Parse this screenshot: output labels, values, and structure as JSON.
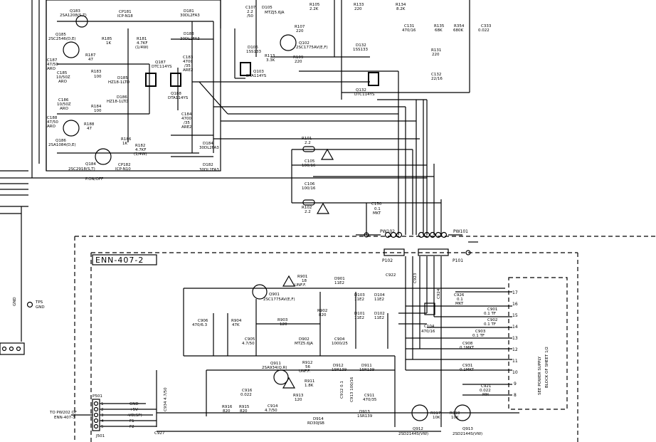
{
  "section_label": "ENN-407-2",
  "signals": {
    "pon_off": "P.ON/OFF",
    "gnd": "GND",
    "tps_gnd": "TPS\nGND"
  },
  "transistors": [
    {
      "ref": "Q183",
      "part": "2SA1208(S,T)"
    },
    {
      "ref": "Q185",
      "part": "2SC2546(D,E)"
    },
    {
      "ref": "Q187",
      "part": "DTC114YS"
    },
    {
      "ref": "Q188",
      "part": "DTA114YS"
    },
    {
      "ref": "Q186",
      "part": "2SA1084(D,E)"
    },
    {
      "ref": "Q184",
      "part": "2SC2918(S,T)"
    },
    {
      "ref": "Q102",
      "part": "2SC1775AV(E,F)"
    },
    {
      "ref": "Q103",
      "part": "DTA114YS"
    },
    {
      "ref": "Q132",
      "part": "DTC114YS"
    },
    {
      "ref": "Q901",
      "part": "2SC1775AV(E,F)"
    },
    {
      "ref": "Q911",
      "part": "2SA934(Q,R)"
    },
    {
      "ref": "Q912",
      "part": "2SD2144S(VW)"
    },
    {
      "ref": "Q913",
      "part": "2SD2144S(VW)"
    }
  ],
  "components": [
    {
      "ref": "CP181",
      "value": "ICP-N18"
    },
    {
      "ref": "R185",
      "value": "1K"
    },
    {
      "ref": "R181",
      "value": "4.7KF\n(1/4W)"
    },
    {
      "ref": "R187",
      "value": "47"
    },
    {
      "ref": "C187",
      "value": "47/50\nARO"
    },
    {
      "ref": "C185",
      "value": "10/50Z\nARO"
    },
    {
      "ref": "R183",
      "value": "100"
    },
    {
      "ref": "D185",
      "value": "HZ18-1LTD"
    },
    {
      "ref": "D181",
      "value": "30DL2FA3"
    },
    {
      "ref": "D183",
      "value": "30DL2FA3"
    },
    {
      "ref": "C183",
      "value": "4700\n/35\nARE2"
    },
    {
      "ref": "C186",
      "value": "10/50Z\nARO"
    },
    {
      "ref": "D186",
      "value": "HZ18-1LTD"
    },
    {
      "ref": "R184",
      "value": "100"
    },
    {
      "ref": "C188",
      "value": "47/50\nARO"
    },
    {
      "ref": "R188",
      "value": "47"
    },
    {
      "ref": "R186",
      "value": "1K"
    },
    {
      "ref": "R182",
      "value": "4.7KF\n(1/4W)"
    },
    {
      "ref": "CP182",
      "value": "ICP-N10"
    },
    {
      "ref": "C184",
      "value": "4700\n/35\nARE2"
    },
    {
      "ref": "D184",
      "value": "30DL2FA3"
    },
    {
      "ref": "D182",
      "value": "30DL2FA3"
    },
    {
      "ref": "C107",
      "value": "2.2\n/50"
    },
    {
      "ref": "D105",
      "value": "MTZJ5.6JA"
    },
    {
      "ref": "R105",
      "value": "2.2K"
    },
    {
      "ref": "R107",
      "value": "220"
    },
    {
      "ref": "D106",
      "value": "1SS133"
    },
    {
      "ref": "R113",
      "value": "3.3K"
    },
    {
      "ref": "R109",
      "value": "220"
    },
    {
      "ref": "R133",
      "value": "220"
    },
    {
      "ref": "R134",
      "value": "8.2K"
    },
    {
      "ref": "C131",
      "value": "470/16"
    },
    {
      "ref": "R135",
      "value": "68K"
    },
    {
      "ref": "R354",
      "value": "680K"
    },
    {
      "ref": "C333",
      "value": "0.022"
    },
    {
      "ref": "D132",
      "value": "1SS133"
    },
    {
      "ref": "R131",
      "value": "220"
    },
    {
      "ref": "C132",
      "value": "22/16"
    },
    {
      "ref": "R101",
      "value": "2.2"
    },
    {
      "ref": "C105",
      "value": "100/16"
    },
    {
      "ref": "C106",
      "value": "100/16"
    },
    {
      "ref": "R102",
      "value": "2.2"
    },
    {
      "ref": "C150",
      "value": "0.1\nMKT"
    },
    {
      "ref": "R901",
      "value": "18\nUNF.F."
    },
    {
      "ref": "D901",
      "value": "11E2"
    },
    {
      "ref": "C922",
      "value": "C922"
    },
    {
      "ref": "C923",
      "value": "C923"
    },
    {
      "ref": "C924",
      "value": "C924"
    },
    {
      "ref": "D103",
      "value": "11E2"
    },
    {
      "ref": "D104",
      "value": "11E2"
    },
    {
      "ref": "D101",
      "value": "11E2"
    },
    {
      "ref": "D102",
      "value": "11E2"
    },
    {
      "ref": "C104",
      "value": "470/16"
    },
    {
      "ref": "C926",
      "value": "0.1\nMKT"
    },
    {
      "ref": "C901",
      "value": "0.1 TF"
    },
    {
      "ref": "C902",
      "value": "0.1 TF"
    },
    {
      "ref": "C903",
      "value": "0.1 TF"
    },
    {
      "ref": "C908",
      "value": "0.1MKT"
    },
    {
      "ref": "C931",
      "value": "0.1MKT"
    },
    {
      "ref": "C921",
      "value": "0.022\nMH"
    },
    {
      "ref": "C906",
      "value": "470/6.3"
    },
    {
      "ref": "R904",
      "value": "47K"
    },
    {
      "ref": "R903",
      "value": "120"
    },
    {
      "ref": "R902",
      "value": "820"
    },
    {
      "ref": "C905",
      "value": "4.7/50"
    },
    {
      "ref": "D902",
      "value": "MTZ5.6JA"
    },
    {
      "ref": "C904",
      "value": "1000/25"
    },
    {
      "ref": "R912",
      "value": "56\nUNF.F."
    },
    {
      "ref": "R911",
      "value": "1.8K"
    },
    {
      "ref": "R913",
      "value": "120"
    },
    {
      "ref": "C914",
      "value": "4.7/50"
    },
    {
      "ref": "D912",
      "value": "1SR139"
    },
    {
      "ref": "D911",
      "value": "1SR139"
    },
    {
      "ref": "C911",
      "value": "470/35"
    },
    {
      "ref": "C912",
      "value": "0.1"
    },
    {
      "ref": "C913",
      "value": "100/16"
    },
    {
      "ref": "D913",
      "value": "1SR139"
    },
    {
      "ref": "D914",
      "value": "RD30JSB"
    },
    {
      "ref": "C916",
      "value": "0.022"
    },
    {
      "ref": "R916",
      "value": "820"
    },
    {
      "ref": "R915",
      "value": "820"
    },
    {
      "ref": "C934",
      "value": "4.7/50"
    },
    {
      "ref": "C927",
      "value": "C927"
    },
    {
      "ref": "R917",
      "value": "10K"
    },
    {
      "ref": "R918",
      "value": "10K"
    }
  ],
  "connectors": {
    "pw102": "PW102",
    "pw101": "PW101",
    "p102": "P102",
    "p101": "P101",
    "p501": "P501",
    "j501": "J501"
  },
  "p501_pins": [
    {
      "num": "1",
      "name": "GND"
    },
    {
      "num": "2",
      "name": "+5V"
    },
    {
      "num": "3",
      "name": "-VD(SP)"
    },
    {
      "num": "4",
      "name": "F1"
    },
    {
      "num": "5",
      "name": "F2"
    }
  ],
  "destination_note": "TO PW202 OF\nENN-407-3",
  "block_pins": [
    "17",
    "16",
    "15",
    "14",
    "13",
    "12",
    "11",
    "10",
    "9",
    "8"
  ],
  "block_note": "SEE POWER SUPPLY\nBLOCK OF SHEET 1/2"
}
